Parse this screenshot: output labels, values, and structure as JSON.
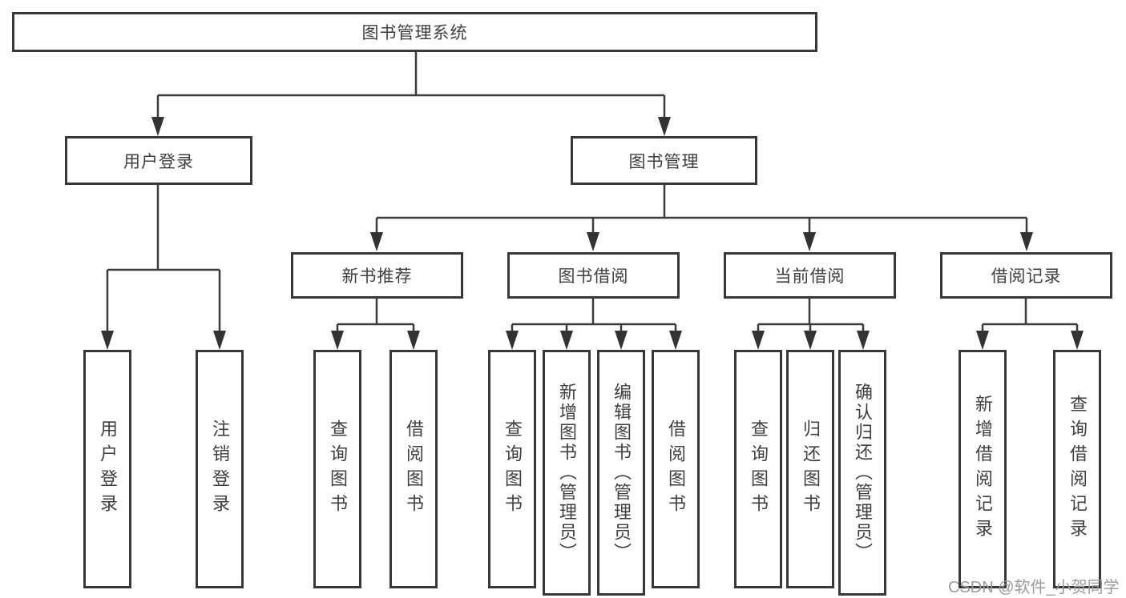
{
  "tree": {
    "root": "图书管理系统",
    "branches": [
      {
        "label": "用户登录",
        "children": [
          "用户登录",
          "注销登录"
        ]
      },
      {
        "label": "图书管理",
        "groups": [
          {
            "label": "新书推荐",
            "children": [
              "查询图书",
              "借阅图书"
            ]
          },
          {
            "label": "图书借阅",
            "children": [
              "查询图书",
              "新增图书（管理员）",
              "编辑图书（管理员）",
              "借阅图书"
            ]
          },
          {
            "label": "当前借阅",
            "children": [
              "查询图书",
              "归还图书",
              "确认归还（管理员）"
            ]
          },
          {
            "label": "借阅记录",
            "children": [
              "新增借阅记录",
              "查询借阅记录"
            ]
          }
        ]
      }
    ]
  },
  "watermark": "CSDN @软件_小贺同学",
  "colors": {
    "line": "#3c3c3c",
    "box_border": "#383838",
    "text": "#3f3f3f",
    "watermark": "#9b9b9b",
    "background": "#ffffff"
  }
}
